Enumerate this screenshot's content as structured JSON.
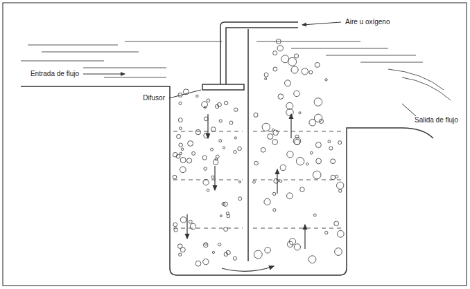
{
  "diagram": {
    "labels": [
      "Aire u oxígeno",
      "Entrada de flujo",
      "Difusor",
      "Salida de flujo"
    ]
  }
}
